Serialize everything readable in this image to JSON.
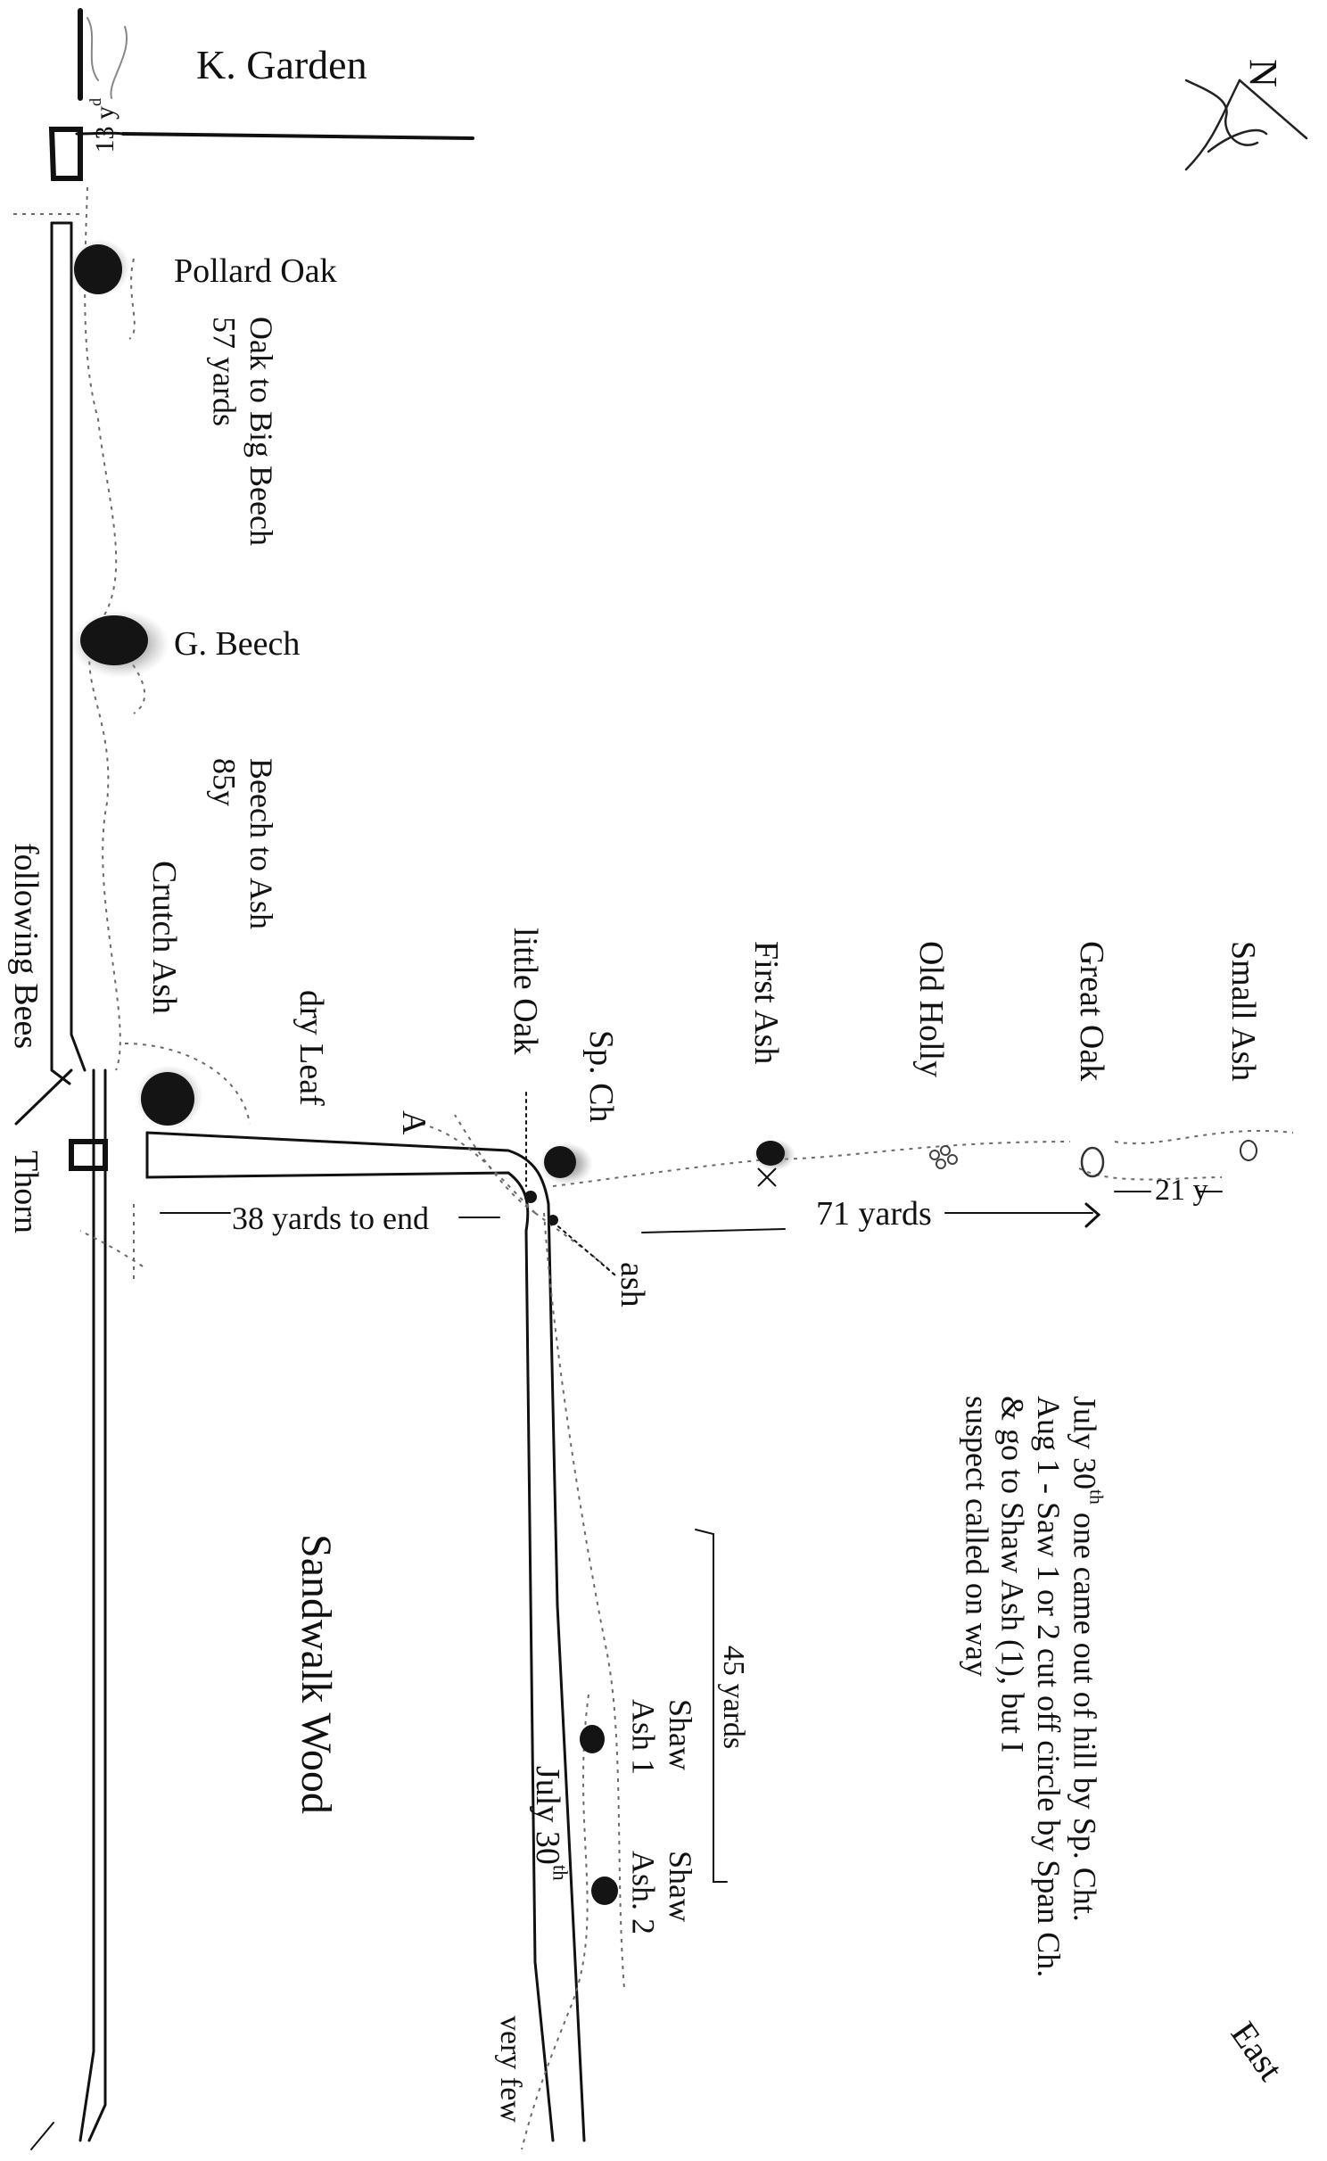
{
  "labels": {
    "k_garden": "K. Garden",
    "north": "N",
    "east": "East",
    "thirteen_yd": "13 y",
    "thirteen_yd_sup": "d",
    "pollard_oak": "Pollard Oak",
    "oak_to_big_beech_1": "Oak to Big Beech",
    "oak_to_big_beech_2": "57 yards",
    "g_beech": "G. Beech",
    "beech_to_ash_1": "Beech to Ash",
    "beech_to_ash_2": "85y",
    "crutch_ash": "Crutch Ash",
    "following_bees": "following Bees",
    "thorn": "Thorn",
    "dry_leaf": "dry Leaf",
    "a_mark": "A",
    "little_oak": "little Oak",
    "sp_ch": "Sp. Ch",
    "ash": "ash",
    "first_ash": "First Ash",
    "old_holly": "Old Holly",
    "great_oak": "Great Oak",
    "small_ash": "Small Ash",
    "twenty_one_y": "21 y",
    "seventy_one_yards": "71 yards",
    "thirty_eight_yards": "38 yards to end",
    "forty_five_yards": "45 yards",
    "shaw_ash_1_a": "Shaw",
    "shaw_ash_1_b": "Ash 1",
    "shaw_ash_2_a": "Shaw",
    "shaw_ash_2_b": "Ash. 2",
    "july_30": "July 30",
    "july_30_sup": "th",
    "very_few": "very few",
    "sandwalk_wood": "Sandwalk Wood",
    "note_line1_a": "July 30",
    "note_line1_sup": "th",
    "note_line1_b": " one came out of hill by Sp. Cht.",
    "note_line2": "Aug 1 - Saw 1 or 2 cut off circle by Span Ch.",
    "note_line3": "& go to Shaw Ash (1), but I",
    "note_line4": "suspect called on way"
  },
  "colors": {
    "ink": "#111111",
    "tree_fill": "#141414",
    "tree_halo": "#8a8a8a",
    "dotted_path": "#6a6a6a"
  }
}
